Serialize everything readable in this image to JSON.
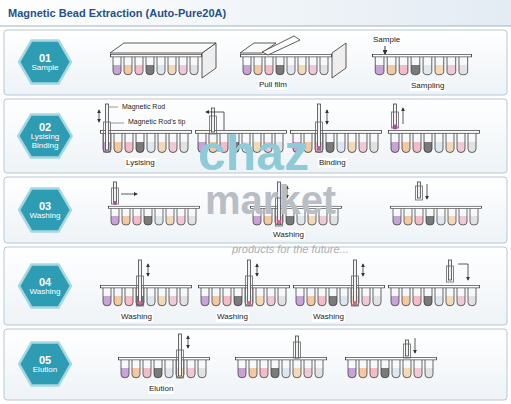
{
  "diagram": {
    "title": "Magnetic Bead Extraction (Auto-Pure20A)",
    "nodes": [
      {
        "text": [
          "01",
          "Sample"
        ]
      },
      {
        "text": [
          "02",
          "Lysising Binding"
        ]
      },
      {
        "text": [
          "03",
          "Washing"
        ]
      },
      {
        "text": [
          "04",
          "Washing"
        ]
      },
      {
        "text": [
          "05",
          "Elution"
        ]
      }
    ],
    "labels": [
      "Pull film",
      "Sample",
      "Sampling",
      "Magnetic Rod",
      "Magnetic Rod's tip",
      "Lysising",
      "Binding",
      "Washing",
      "Washing",
      "Washing",
      "Washing",
      "Elution",
      "chaz",
      "market",
      "products for the future..."
    ]
  }
}
